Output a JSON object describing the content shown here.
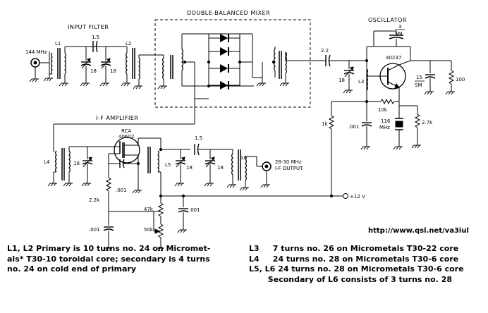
{
  "sections": {
    "input_filter": "INPUT FILTER",
    "mixer": "DOUBLE-BALANCED MIXER",
    "oscillator": "OSCILLATOR",
    "if_amplifier": "I-F AMPLIFIER"
  },
  "labels": {
    "input": "144 MHz",
    "l1": "L1",
    "l2": "L2",
    "l3": "L3",
    "l4": "L4",
    "l5": "L5",
    "l6": "L6",
    "c_1_5_a": "1.5",
    "c_18_a": "18",
    "c_18_b": "18",
    "c_2_2": "2.2",
    "c_18_osc": "18",
    "c_3_sm_num": "3",
    "c_3_sm_unit": "SM",
    "q_osc": "40237",
    "c_15_sm_num": "15",
    "c_15_sm_unit": "SM",
    "r_100": "100",
    "r_10k": "10k",
    "r_1k": "1k",
    "c_001_osc": ".001",
    "xtal_num": "116",
    "xtal_unit": "MHz",
    "r_2_7k": "2.7k",
    "q_if_brand": "RCA",
    "q_if_part": "40602",
    "c_18_l4": "18",
    "c_001_if": ".001",
    "r_2_2k": "2.2k",
    "c_001_low": ".001",
    "c_1_5_b": "1.5",
    "c_18_l5": "18",
    "c_18_l6": "18",
    "output_line1": "28-30 MHz",
    "output_line2": "I-F OUTPUT",
    "r_47k": "47k",
    "c_001_mid": ".001",
    "r_50k": "50k",
    "supply": "+12 V"
  },
  "url": "http://www.qsl.net/va3iul",
  "notes": {
    "left": [
      "L1, L2 Primary is 10 turns no. 24 on Micromet-",
      "als* T30-10 toroidal core; secondary is 4 turns",
      "no. 24 on cold end of primary"
    ],
    "right": [
      "L3     7 turns no. 26 on Micrometals T30-22 core",
      "L4     24 turns no. 28 on Micrometals T30-6 core",
      "L5, L6 24 turns no. 28 on Micrometals T30-6 core",
      "       Secondary of L6 consists of 3 turns no. 28"
    ]
  }
}
